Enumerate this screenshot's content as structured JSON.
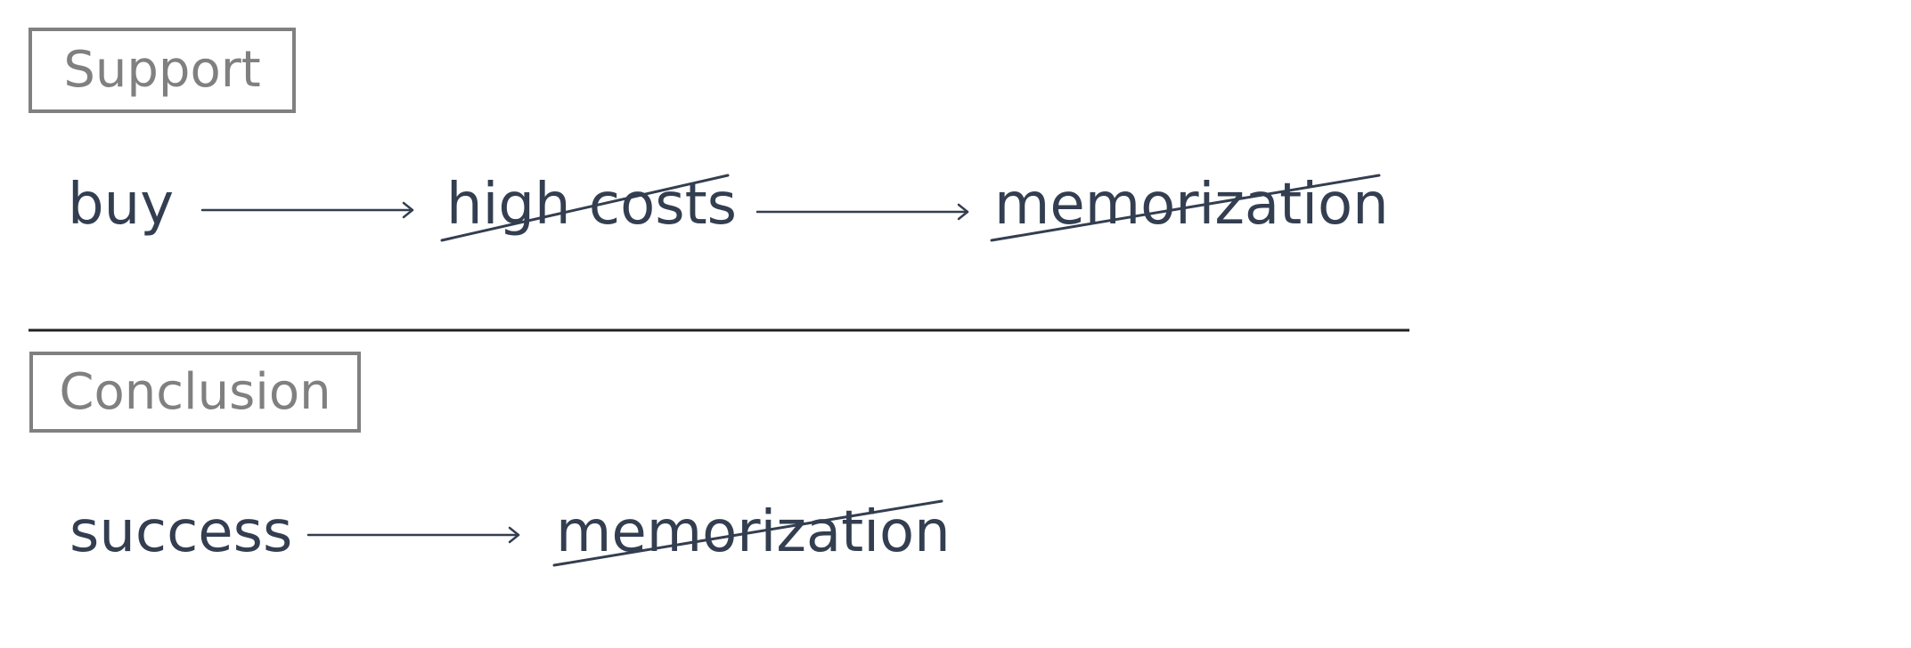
{
  "support": {
    "label": "Support",
    "terms": [
      "buy",
      "high costs",
      "memorization"
    ],
    "crossed_out": [
      false,
      true,
      true
    ]
  },
  "conclusion": {
    "label": "Conclusion",
    "terms": [
      "success",
      "memorization"
    ],
    "crossed_out": [
      false,
      true
    ]
  },
  "colors": {
    "text": "#333e50",
    "label": "#808080",
    "divider": "#222222"
  }
}
